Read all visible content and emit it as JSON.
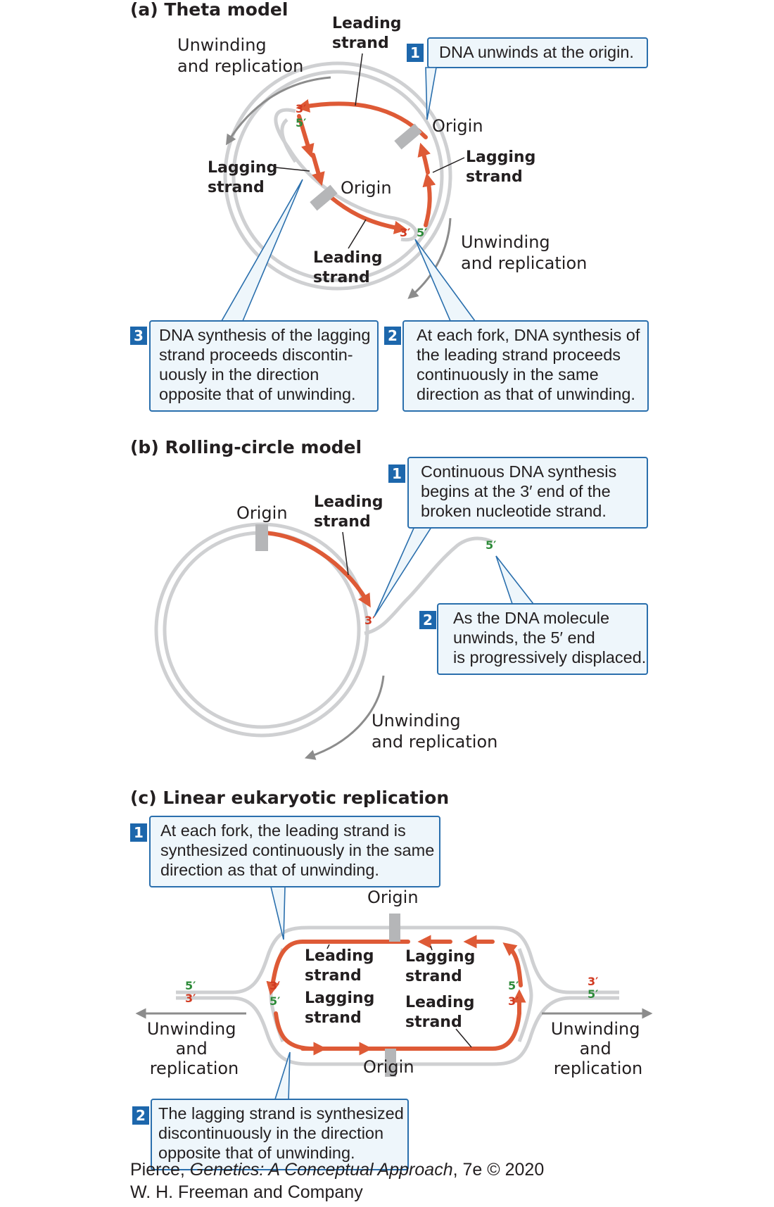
{
  "panel_a": {
    "title": "(a)  Theta model",
    "unwinding_top": [
      "Unwinding",
      "and replication"
    ],
    "unwinding_right": [
      "Unwinding",
      "and replication"
    ],
    "leading_top": [
      "Leading",
      "strand"
    ],
    "leading_bottom": [
      "Leading",
      "strand"
    ],
    "lagging_left": [
      "Lagging",
      "strand"
    ],
    "lagging_right": [
      "Lagging",
      "strand"
    ],
    "origin_outer": "Origin",
    "origin_inner": "Origin",
    "ends": {
      "left_3": "3′",
      "left_5": "5′",
      "right_3": "3′",
      "right_5": "5′"
    },
    "callout1": {
      "num": "1",
      "lines": [
        "DNA unwinds at the origin."
      ]
    },
    "callout2": {
      "num": "2",
      "lines": [
        "At each fork, DNA synthesis of",
        "the leading strand proceeds",
        "continuously in the same",
        "direction as that of unwinding."
      ]
    },
    "callout3": {
      "num": "3",
      "lines": [
        "DNA synthesis of the lagging",
        "strand proceeds discontin-",
        "uously in the direction",
        "opposite that of unwinding."
      ]
    }
  },
  "panel_b": {
    "title": "(b)  Rolling-circle model",
    "origin": "Origin",
    "leading": [
      "Leading",
      "strand"
    ],
    "unwinding": [
      "Unwinding",
      "and replication"
    ],
    "end_3": "3′",
    "end_5": "5′",
    "callout1": {
      "num": "1",
      "lines": [
        "Continuous DNA synthesis",
        "begins at the 3′ end of the",
        "broken nucleotide strand."
      ]
    },
    "callout2": {
      "num": "2",
      "lines": [
        "As the DNA molecule",
        "unwinds, the 5′ end",
        "is progressively displaced."
      ]
    }
  },
  "panel_c": {
    "title": "(c)  Linear eukaryotic replication",
    "origin_top": "Origin",
    "origin_bottom": "Origin",
    "leading_upper_left": [
      "Leading",
      "strand"
    ],
    "lagging_lower_left": [
      "Lagging",
      "strand"
    ],
    "lagging_upper_right": [
      "Lagging",
      "strand"
    ],
    "leading_lower_right": [
      "Leading",
      "strand"
    ],
    "unwinding_left": [
      "Unwinding",
      "and",
      "replication"
    ],
    "unwinding_right": [
      "Unwinding",
      "and",
      "replication"
    ],
    "ends": {
      "far_left_5": "5′",
      "far_left_3": "3′",
      "fork_left_3": "3′",
      "fork_left_5": "5′",
      "fork_right_5": "5′",
      "fork_right_3": "3′",
      "far_right_3": "3′",
      "far_right_5": "5′"
    },
    "callout1": {
      "num": "1",
      "lines": [
        "At each fork, the leading strand is",
        "synthesized continuously in the same",
        "direction as that of unwinding."
      ]
    },
    "callout2": {
      "num": "2",
      "lines": [
        "The lagging strand is synthesized",
        "discontinuously in the direction",
        "opposite that of unwinding."
      ]
    }
  },
  "credit": {
    "line1_pre": "Pierce, ",
    "line1_italic": "Genetics: A Conceptual Approach",
    "line1_post": ", 7e © 2020",
    "line2": "W. H. Freeman and Company"
  },
  "colors": {
    "new_strand": "#de5a36",
    "template_strand": "#cfd0d2",
    "callout_border": "#2a6fad",
    "callout_fill": "#eef6fb",
    "badge": "#1d67ac",
    "three_prime": "#d13a21",
    "five_prime": "#2e8b3a"
  }
}
